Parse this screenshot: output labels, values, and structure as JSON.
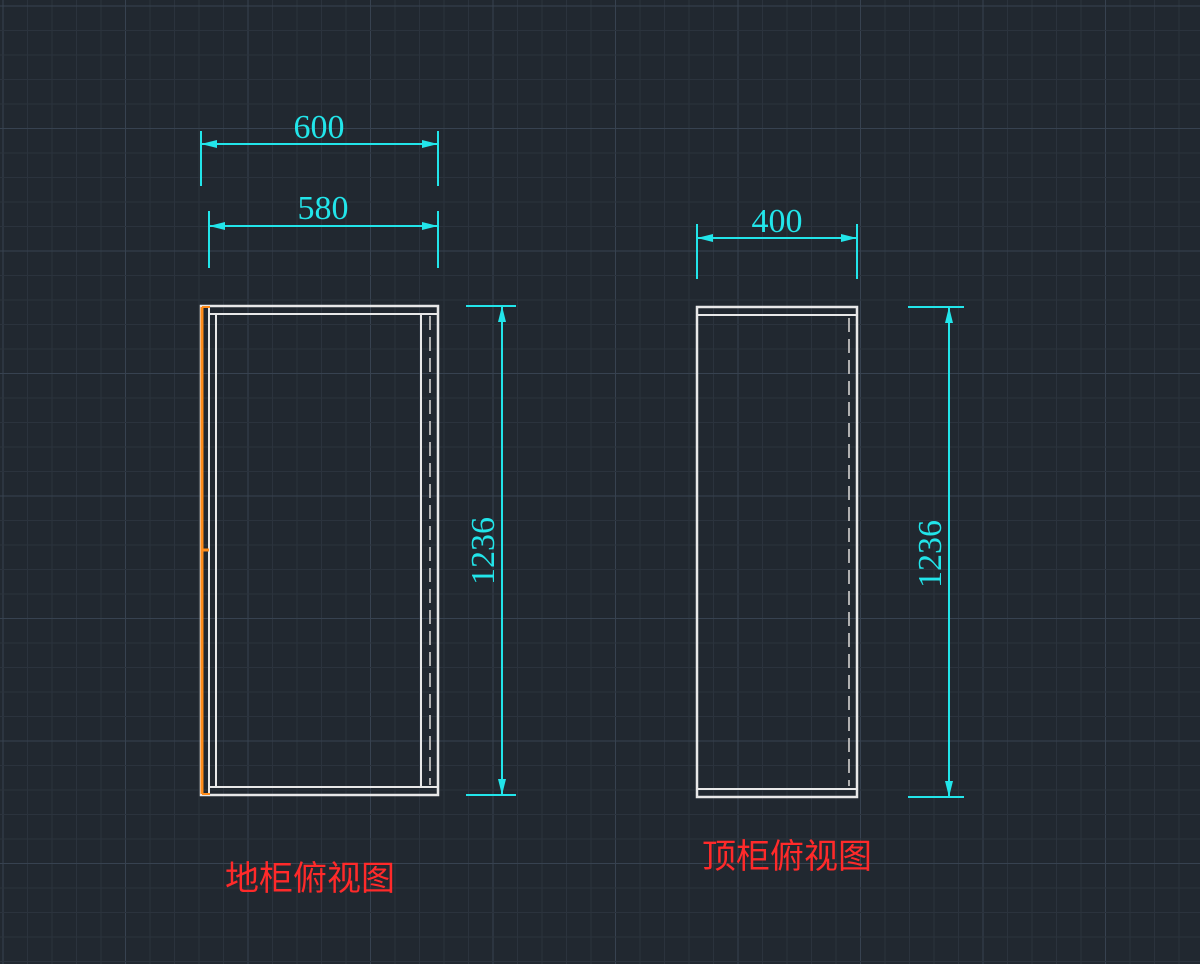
{
  "drawing": {
    "colors": {
      "background": "#212830",
      "grid_minor": "#2b333d",
      "grid_major": "#374250",
      "outline": "#e8e8e8",
      "dimension": "#22e5ea",
      "highlight": "#ff8c1a",
      "title": "#ff2a2a",
      "hidden_line": "#b0b0b0"
    },
    "base_cabinet": {
      "title": "地柜俯视图",
      "dim_outer_width": "600",
      "dim_inner_width": "580",
      "dim_height": "1236"
    },
    "top_cabinet": {
      "title": "顶柜俯视图",
      "dim_width": "400",
      "dim_height": "1236"
    }
  }
}
